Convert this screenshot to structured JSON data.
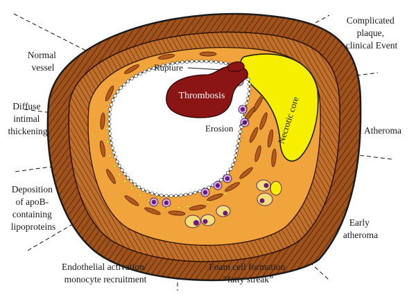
{
  "labels": {
    "normal_vessel": [
      "Normal",
      "vessel"
    ],
    "diffuse": [
      "Diffuse",
      "intimal",
      "thickening"
    ],
    "deposition": [
      "Deposition",
      "of apoB-",
      "containing",
      "lipoproteins"
    ],
    "endothelial": [
      "Endothelial activation/",
      "monocyte recruitment"
    ],
    "foam_cell": [
      "Foam cell formation",
      "“fatty streak”"
    ],
    "early_atheroma": [
      "Early",
      "atheroma"
    ],
    "atheroma": [
      "Atheroma"
    ],
    "complicated": [
      "Complicated",
      "plaque,",
      "clinical Event"
    ],
    "rupture": "Rupture",
    "thrombosis": "Thrombosis",
    "erosion": "Erosion",
    "necrotic_core": "Necrotic core"
  },
  "colors": {
    "adventitia": "#a0521d",
    "media": "#c8722c",
    "intima": "#f2a43c",
    "lumen": "#ffffff",
    "necrotic_core": "#f6f000",
    "thrombus": "#8b1515",
    "monocyte": "#6a1a7a",
    "outline": "#1a1a1a"
  }
}
